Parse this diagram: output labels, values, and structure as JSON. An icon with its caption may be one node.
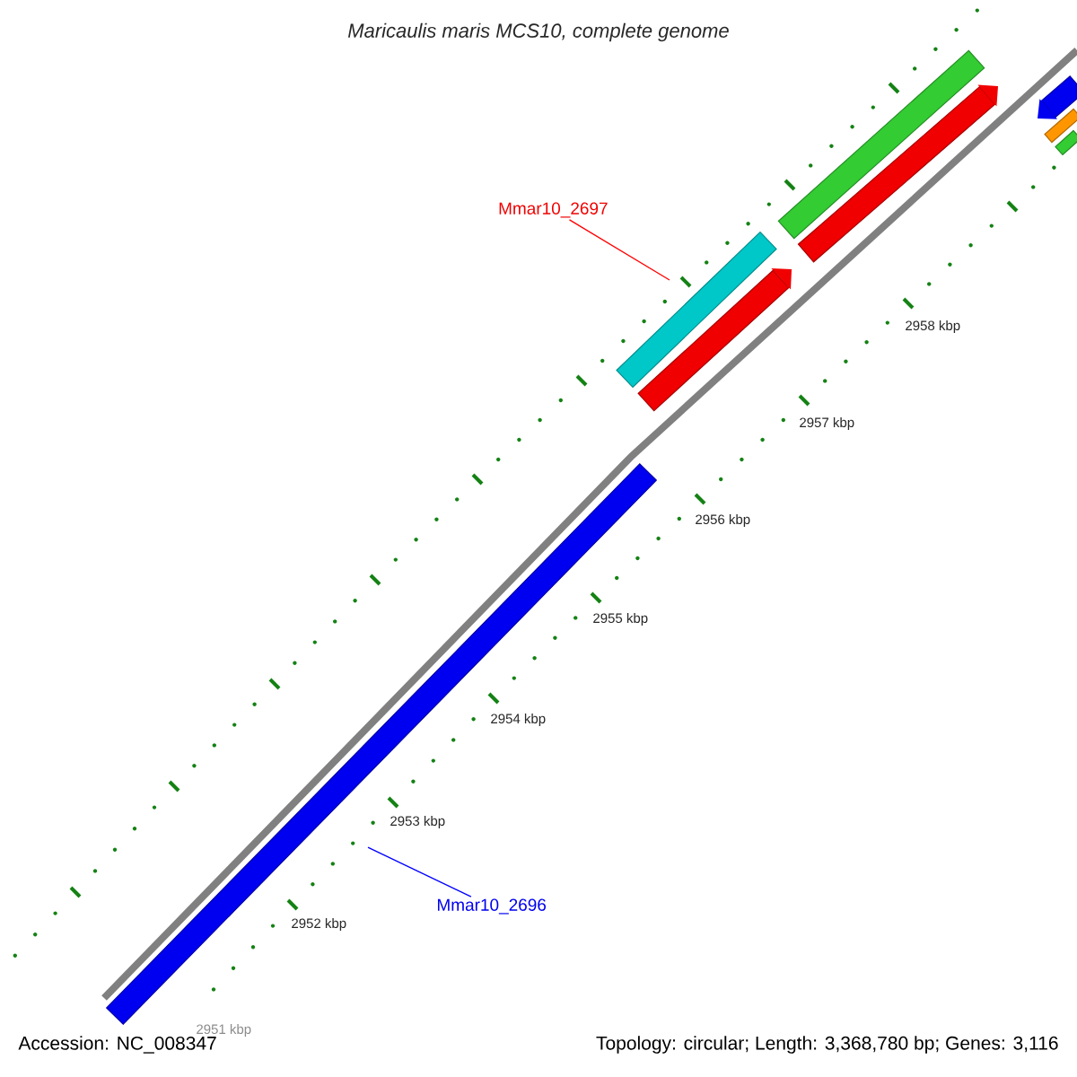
{
  "diagram": {
    "title": "Maricaulis maris MCS10, complete genome",
    "nodes": [
      {
        "text": [
          "Mmar10_2697"
        ]
      },
      {
        "text": [],
        "shape": "bar"
      },
      {
        "text": [],
        "shape": "bar"
      },
      {
        "text": [],
        "shape": "bar"
      },
      {
        "text": [],
        "shape": "bar"
      },
      {
        "text": [],
        "shape": "bar"
      },
      {
        "text": [],
        "shape": "bar"
      },
      {
        "text": [],
        "shape": "bar"
      },
      {
        "text": [],
        "shape": "bar"
      },
      {
        "text": [
          "Mmar10_2696"
        ]
      }
    ],
    "edges": [
      {
        "from": 0,
        "to": 7,
        "arrow": "none",
        "color": "#ff0000"
      },
      {
        "from": 9,
        "to": 8,
        "arrow": "none",
        "color": "#0000ff"
      }
    ],
    "labels": [
      "2958 kbp",
      "2957 kbp",
      "2956 kbp",
      "2955 kbp",
      "2954 kbp",
      "2953 kbp",
      "2952 kbp",
      "2951 kbp",
      "Accession: NC_008347",
      "Topology: circular; Length: 3,368,780 bp; Genes: 3,116"
    ]
  }
}
